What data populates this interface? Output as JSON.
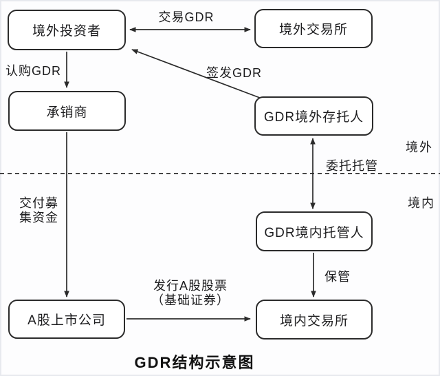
{
  "title": "GDR结构示意图",
  "regions": {
    "overseas": "境外",
    "domestic": "境内"
  },
  "nodes": {
    "overseas_investor": "境外投资者",
    "overseas_exchange": "境外交易所",
    "underwriter": "承销商",
    "gdr_overseas_depositary": "GDR境外存托人",
    "gdr_domestic_custodian": "GDR境内托管人",
    "a_share_listed_company": "A股上市公司",
    "domestic_exchange": "境内交易所"
  },
  "edges": {
    "trade_gdr": "交易GDR",
    "subscribe_gdr": "认购GDR",
    "issue_gdr": "签发GDR",
    "entrust_custody": "委托托管",
    "deliver_raised_funds_line1": "交付募",
    "deliver_raised_funds_line2": "集资金",
    "custody": "保管",
    "issue_a_shares_line1": "发行A股股票",
    "issue_a_shares_line2": "（基础证券）"
  },
  "colors": {
    "line": "#2b2b2b",
    "text": "#1d1d1f",
    "background": "#fdfdfe",
    "box_fill": "#ffffff"
  }
}
